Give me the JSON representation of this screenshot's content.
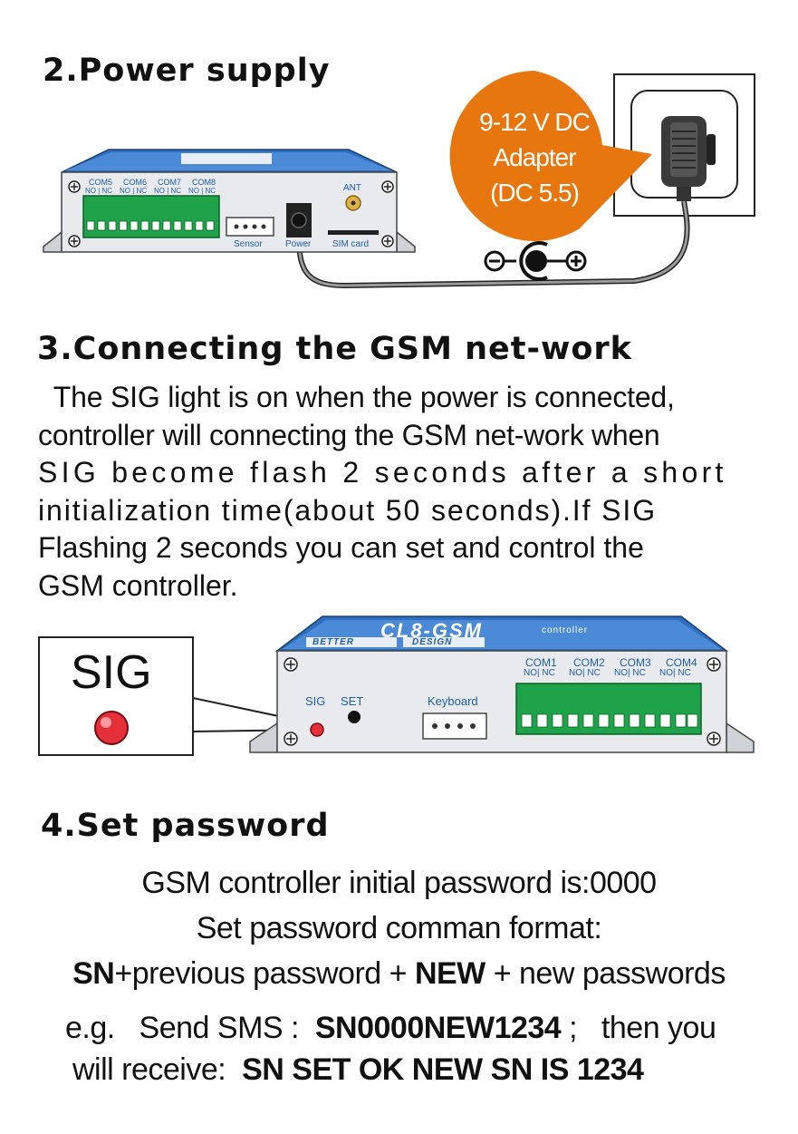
{
  "section2": {
    "title": "2.Power supply"
  },
  "adapter": {
    "line1": "9-12 V DC",
    "line2": "Adapter",
    "line3": "(DC 5.5)"
  },
  "device1": {
    "com_labels": [
      "COM5",
      "COM6",
      "COM7",
      "COM8"
    ],
    "no_nc": "NO | NC",
    "ant_label": "ANT",
    "sensor_label": "Sensor",
    "power_label": "Power",
    "simcard_label": "SIM card"
  },
  "polarity": {
    "minus": "−",
    "plus": "+"
  },
  "section3": {
    "title": "3.Connecting the GSM net-work",
    "lines": [
      "  The SIG light is on when the power is connected,",
      "controller will connecting the GSM net-work when",
      "SIG become flash 2 seconds after a short",
      "initialization time(about 50 seconds).If SIG",
      "Flashing 2 seconds you can set and control the",
      "GSM controller."
    ]
  },
  "sig_box": {
    "label": "SIG"
  },
  "device2": {
    "brand": "CL8-GSM",
    "subtitle": "controller",
    "strip_left": "BETTER",
    "strip_right": "DESIGN",
    "sig_label": "SIG",
    "set_label": "SET",
    "keyboard_label": "Keyboard",
    "com_labels": [
      "COM1",
      "COM2",
      "COM3",
      "COM4"
    ],
    "no_nc": "NO| NC"
  },
  "section4": {
    "title": "4.Set password",
    "initial": "GSM controller initial password  is:0000",
    "format": "Set password comman format:",
    "formula": {
      "sn": "SN",
      "prev": "+previous password + ",
      "new": "NEW",
      "rest": " + new passwords"
    },
    "example": {
      "prefix": "e.g.   Send SMS :  ",
      "sms": "SN0000NEW1234",
      "mid": " ;   then you"
    },
    "receive": {
      "prefix": "will receive:  ",
      "reply": "SN SET OK NEW SN IS 1234"
    }
  }
}
